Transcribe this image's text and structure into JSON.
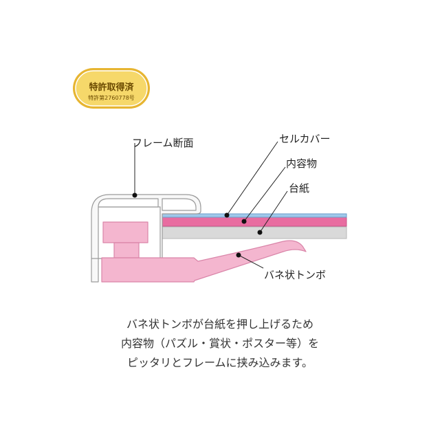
{
  "badge": {
    "main": "特許取得済",
    "sub": "特許第2760778号"
  },
  "labels": {
    "frame": "フレーム断面",
    "cell_cover": "セルカバー",
    "contents": "内容物",
    "backing": "台紙",
    "spring": "バネ状トンボ"
  },
  "caption": {
    "line1": "バネ状トンボが台紙を押し上げるため",
    "line2": "内容物（パズル・賞状・ポスター等）を",
    "line3": "ピッタリとフレームに挟み込みます。"
  },
  "colors": {
    "badge_fill": "#f6d86a",
    "badge_border": "#e7b531",
    "cover": "#9fc8ea",
    "contents": "#e86ca0",
    "backing": "#d9d9d9",
    "spring": "#f4b6cf",
    "frame": "#f8f8f8"
  }
}
